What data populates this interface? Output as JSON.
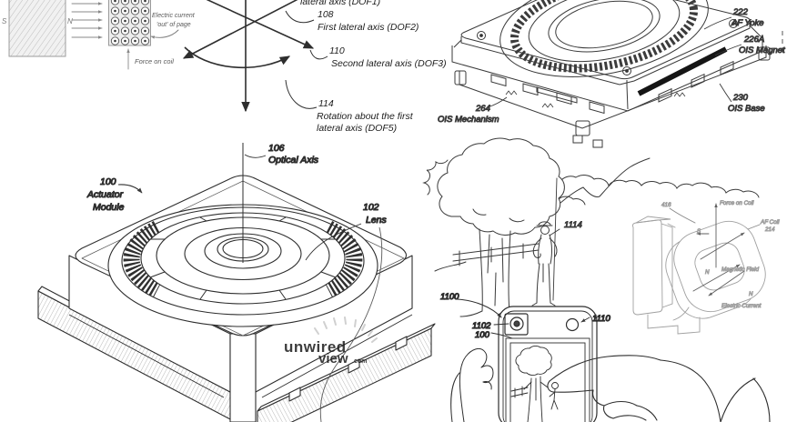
{
  "force_diagram": {
    "pole_s": "S",
    "pole_n": "N",
    "current1": "Electric current",
    "current2": "'out' of page",
    "force": "Force on coil"
  },
  "axes": {
    "top_partial": "lateral axis (DOF1)",
    "dof2_ref": "108",
    "dof2": "First lateral axis (DOF2)",
    "dof3_ref": "110",
    "dof3": "Second lateral axis (DOF3)",
    "dof5_ref": "114",
    "dof5a": "Rotation about the first",
    "dof5b": "lateral axis (DOF5)"
  },
  "ois": {
    "yoke_ref": "222",
    "yoke": "AF Yoke",
    "magnet_ref": "226A",
    "magnet": "OIS Magnet",
    "base_ref": "230",
    "base": "OIS Base",
    "mech_ref": "264",
    "mech": "OIS Mechanism"
  },
  "actuator": {
    "module_ref": "100",
    "module1": "Actuator",
    "module2": "Module",
    "lens_ref": "102",
    "lens": "Lens",
    "axis_ref": "106",
    "axis": "Optical Axis"
  },
  "scene": {
    "person_ref": "1114"
  },
  "phone": {
    "device_ref": "1100",
    "camera_ref": "1102",
    "module_ref": "100",
    "flash_ref": "1110"
  },
  "em": {
    "ref": "416",
    "force": "Force on Coil",
    "af_coil": "AF Coil",
    "af_coil_ref": "214",
    "s": "S",
    "n1": "N",
    "n2": "N",
    "field": "Magnetic Field",
    "current": "Electric Current"
  },
  "watermark": {
    "w1": "unwired",
    "w2": "view",
    "w3": ".com"
  }
}
